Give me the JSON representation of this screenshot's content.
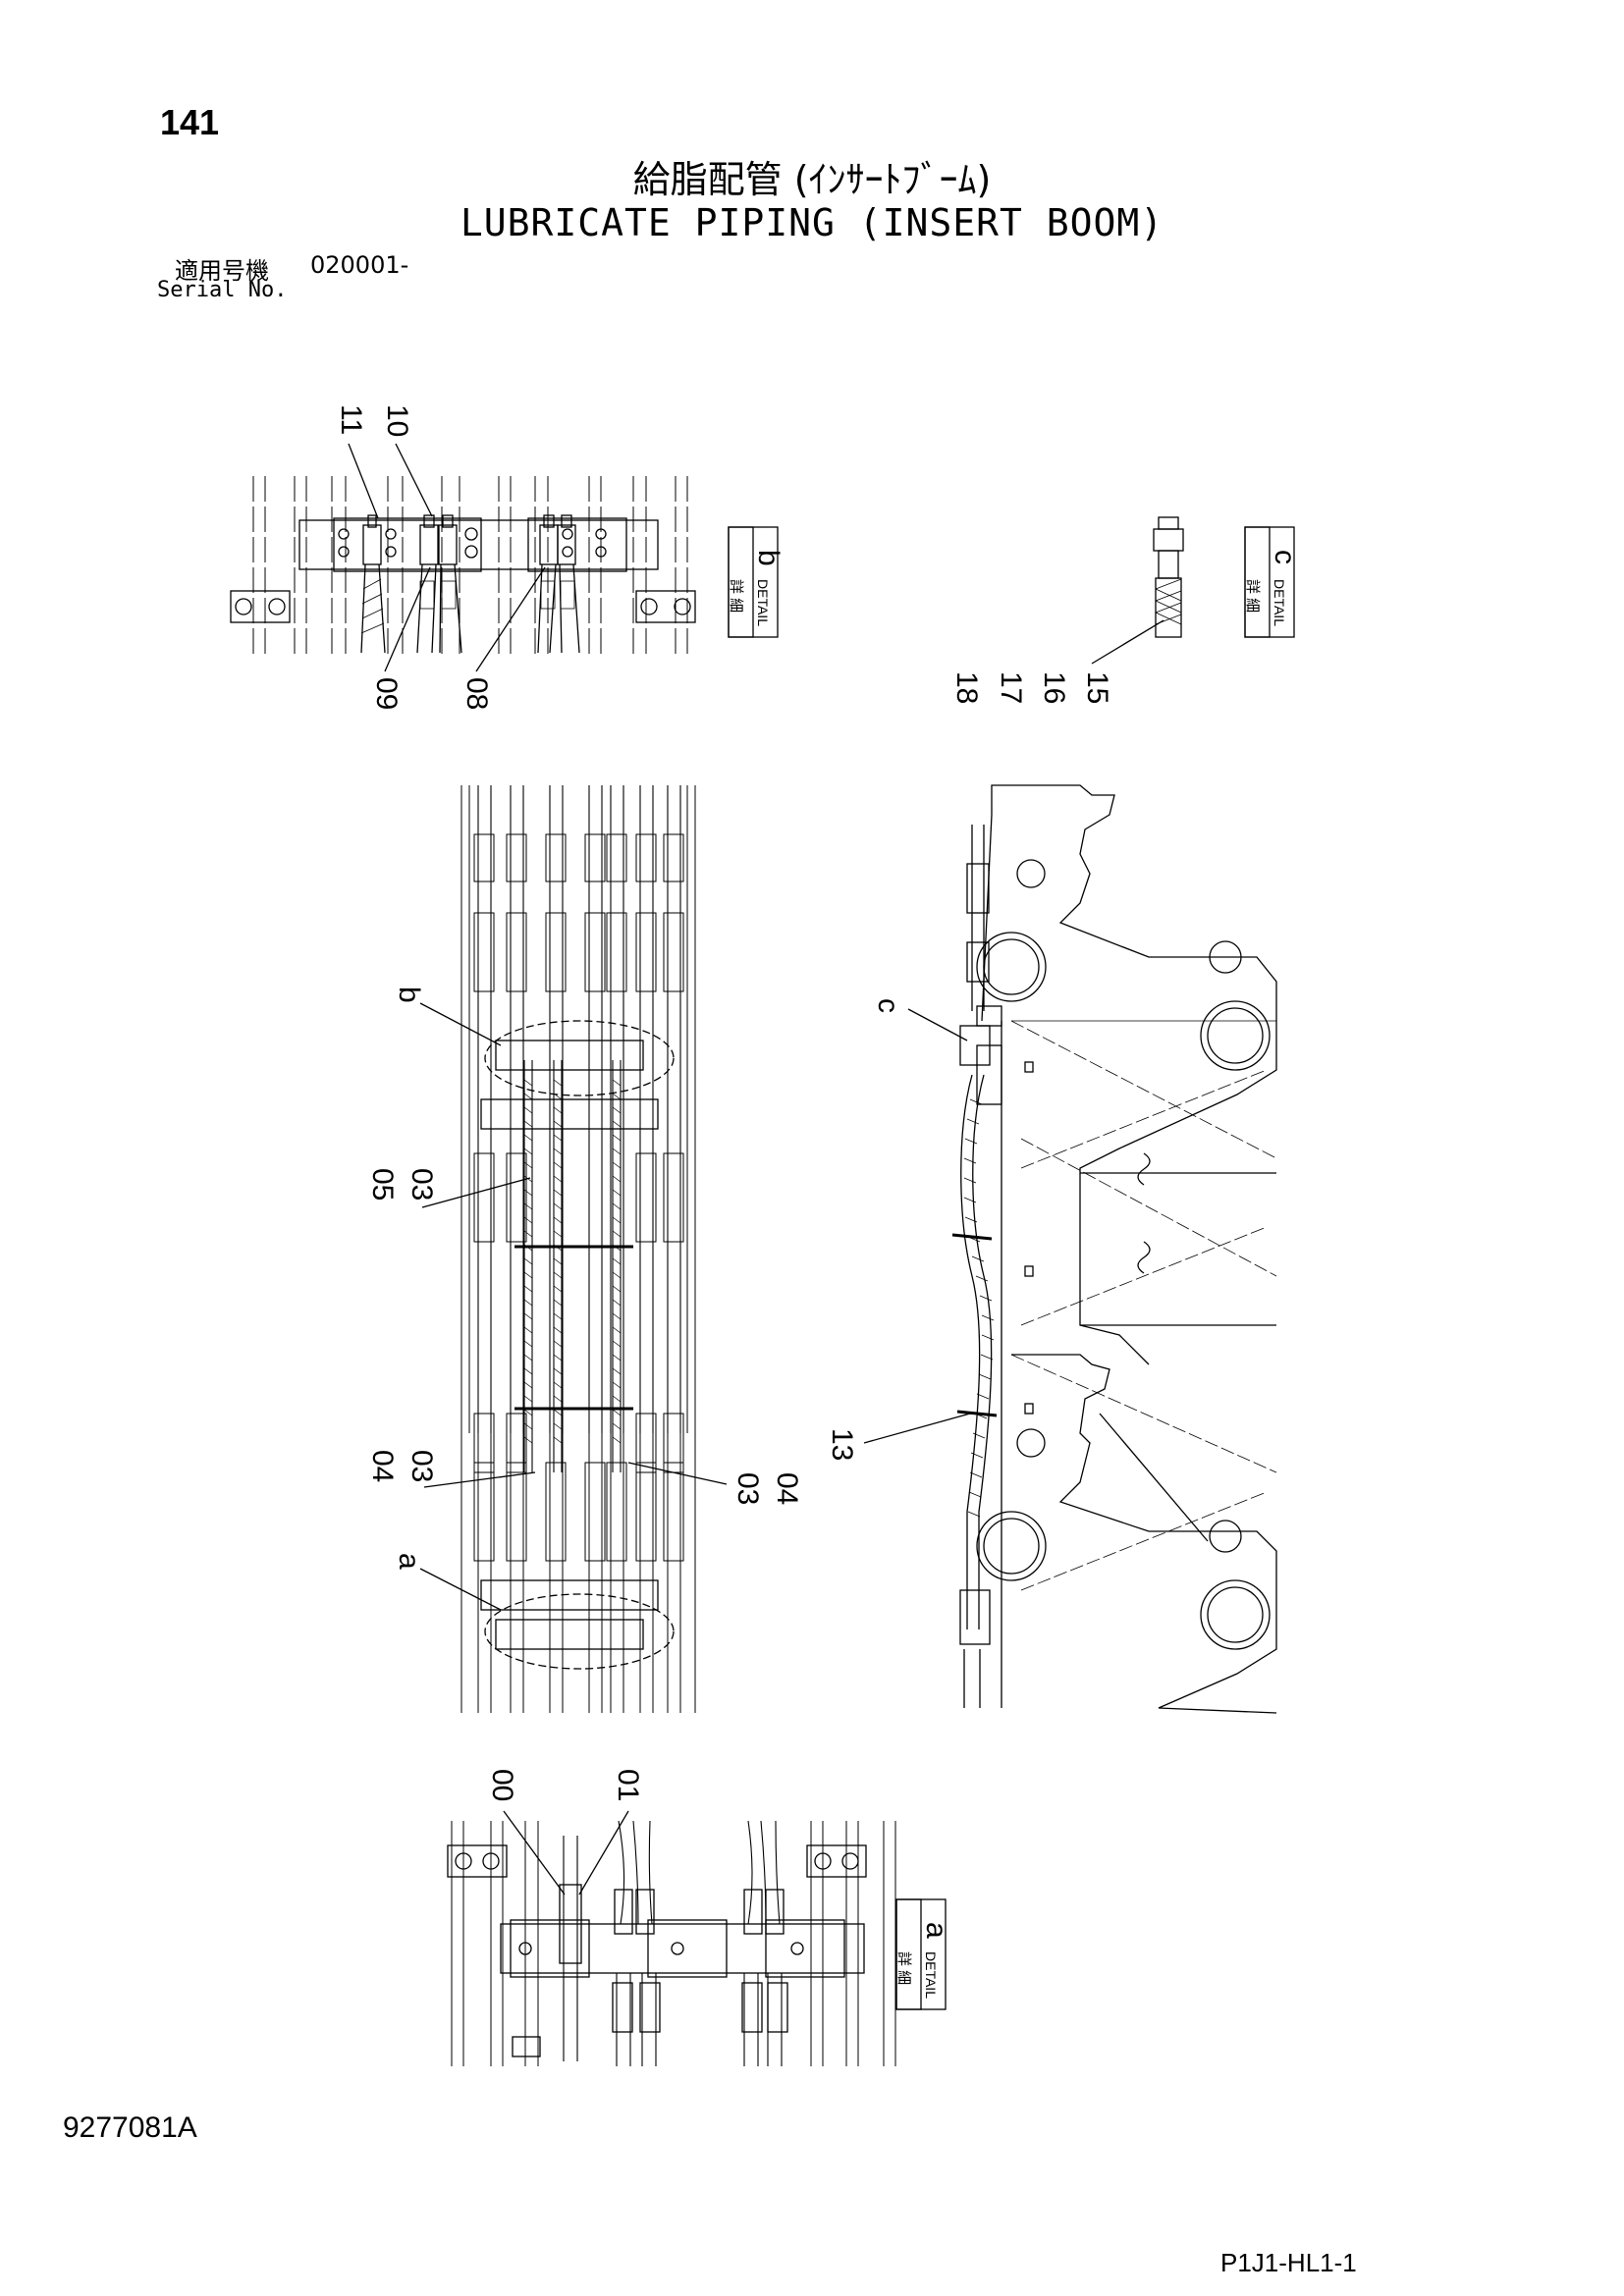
{
  "header": {
    "page_number": "141",
    "title_jp": "給脂配管 (ｲﾝｻｰﾄﾌﾞｰﾑ)",
    "title_en": "LUBRICATE PIPING (INSERT BOOM)",
    "serial_label_jp": "適用号機",
    "serial_code": "020001-",
    "serial_label_en": "Serial No."
  },
  "footer": {
    "doc_code": "9277081A",
    "sheet_code": "P1J1-HL1-1"
  },
  "detail_boxes": [
    {
      "id": "b",
      "label_jp": "詳 細",
      "label_en": "DETAIL",
      "letter": "b"
    },
    {
      "id": "c",
      "label_jp": "詳 細",
      "label_en": "DETAIL",
      "letter": "c"
    },
    {
      "id": "a",
      "label_jp": "詳 細",
      "label_en": "DETAIL",
      "letter": "a"
    }
  ],
  "callouts": {
    "detail_b": [
      "11",
      "10",
      "09",
      "08"
    ],
    "detail_c": [
      "18",
      "17",
      "16",
      "15"
    ],
    "main_view": [
      "b",
      "05",
      "03",
      "04",
      "03",
      "a",
      "03",
      "04"
    ],
    "side_view": [
      "c",
      "13"
    ],
    "detail_a": [
      "00",
      "01"
    ]
  }
}
